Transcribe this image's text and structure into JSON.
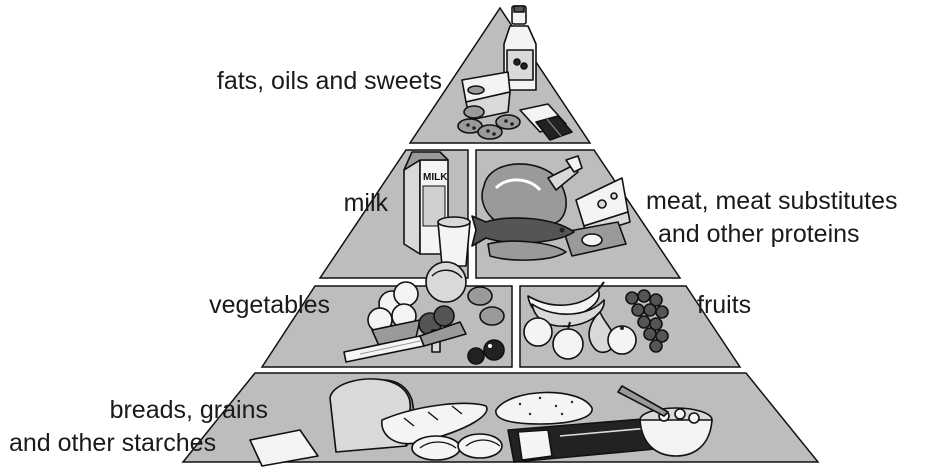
{
  "labels": {
    "fats": "fats, oils and sweets",
    "milk": "milk",
    "meat_line1": "meat, meat substitutes",
    "meat_line2": "and other proteins",
    "vegetables": "vegetables",
    "fruits": "fruits",
    "breads_line1": "breads, grains",
    "breads_line2": "and other starches"
  },
  "food_items": {
    "milk_carton": "MILK"
  },
  "colors": {
    "tier_fill": "#bdbdbd",
    "outline": "#111111"
  }
}
